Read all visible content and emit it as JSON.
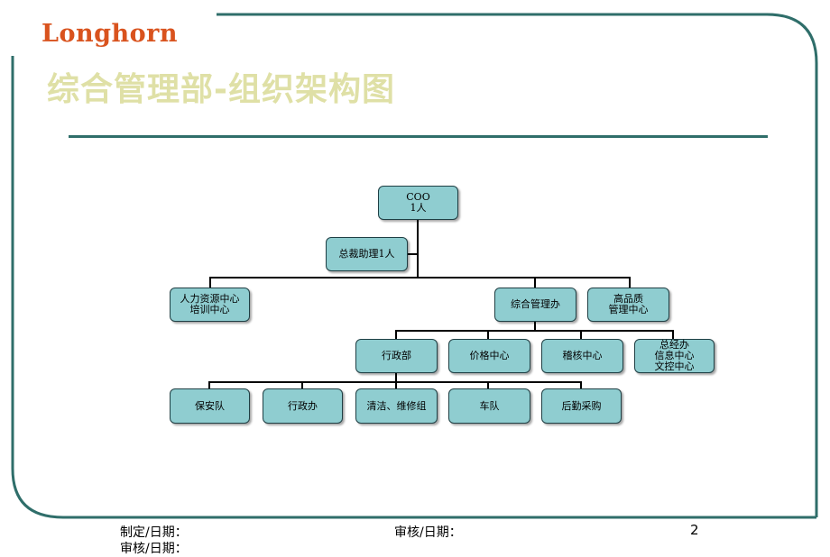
{
  "logo": "Longhorn",
  "title": "综合管理部-组织架构图",
  "org": {
    "coo": "COO\n1人",
    "assistant": "总裁助理1人",
    "hr": "人力资源中心\n培训中心",
    "admin_office": "综合管理办",
    "quality": "高品质\n管理中心",
    "admin_dept": "行政部",
    "price": "价格中心",
    "audit": "稽核中心",
    "gm_office": "总经办\n信息中心\n文控中心",
    "security": "保安队",
    "admin_office2": "行政办",
    "cleaning": "清洁、维修组",
    "fleet": "车队",
    "procurement": "后勤采购"
  },
  "footer": {
    "made": "制定/日期：",
    "review_center": "审核/日期：",
    "review_left": "审核/日期：",
    "page_number": "2"
  },
  "colors": {
    "logo": "#d9531e",
    "title": "#dfe0a6",
    "box_fill": "#8fcdd0",
    "frame": "#2f6e6a"
  }
}
